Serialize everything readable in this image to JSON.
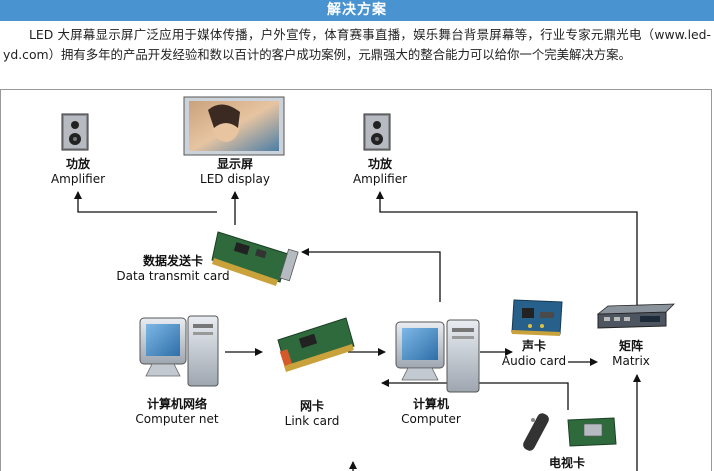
{
  "header": {
    "title": "解决方案"
  },
  "intro": {
    "text": "LED 大屏幕显示屏广泛应用于媒体传播，户外宣传，体育赛事直播，娱乐舞台背景屏幕等，行业专家元鼎光电（www.led-yd.com）拥有多年的产品开发经验和数以百计的客户成功案例，元鼎强大的整合能力可以给你一个完美解决方案。"
  },
  "diagram": {
    "nodes": {
      "amp_left": {
        "cn": "功放",
        "en": "Amplifier"
      },
      "led": {
        "cn": "显示屏",
        "en": "LED display"
      },
      "amp_right": {
        "cn": "功放",
        "en": "Amplifier"
      },
      "sender": {
        "cn": "数据发送卡",
        "en": "Data transmit card"
      },
      "net": {
        "cn": "计算机网络",
        "en": "Computer net"
      },
      "link": {
        "cn": "网卡",
        "en": "Link card"
      },
      "computer": {
        "cn": "计算机",
        "en": "Computer"
      },
      "audio": {
        "cn": "声卡",
        "en": "Audio card"
      },
      "matrix": {
        "cn": "矩阵",
        "en": "Matrix"
      },
      "tv": {
        "cn": "电视卡"
      }
    }
  }
}
